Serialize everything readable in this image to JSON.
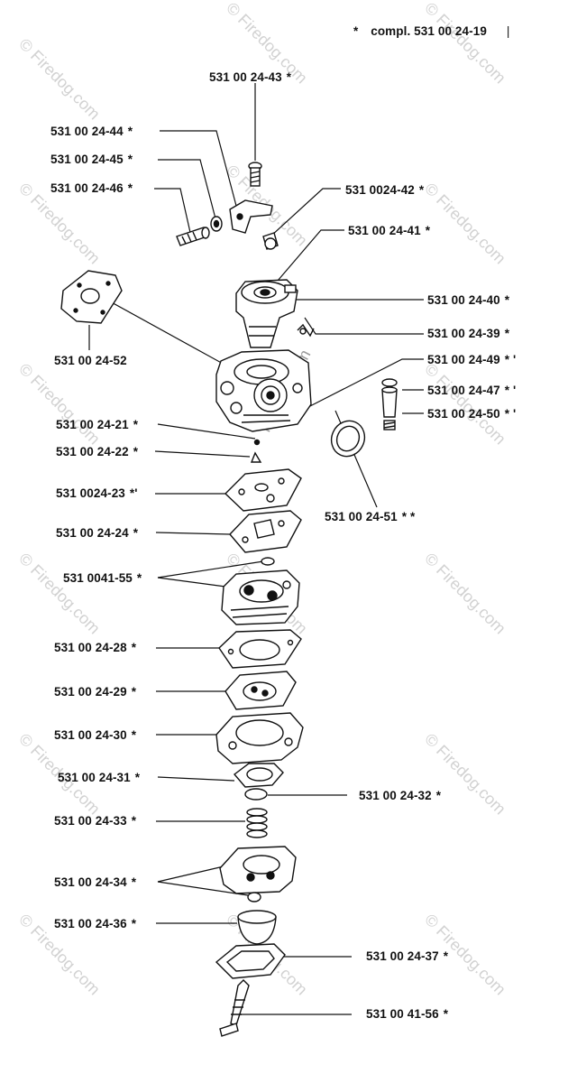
{
  "header": {
    "text": "compl.  531 00 24-19",
    "marker": "*",
    "bar": "|"
  },
  "watermark": {
    "text": "© Firedog.com",
    "inner": "Firedog.com"
  },
  "labels": {
    "p43": {
      "num": "531 00 24-43",
      "mark": "*"
    },
    "p44": {
      "num": "531 00 24-44",
      "mark": "*"
    },
    "p45": {
      "num": "531 00 24-45",
      "mark": "*"
    },
    "p46": {
      "num": "531 00 24-46",
      "mark": "*"
    },
    "p42": {
      "num": "531 0024-42",
      "mark": "*"
    },
    "p41": {
      "num": "531 00 24-41",
      "mark": "*"
    },
    "p40": {
      "num": "531 00 24-40",
      "mark": "*"
    },
    "p39": {
      "num": "531 00 24-39",
      "mark": "*"
    },
    "p52": {
      "num": "531 00 24-52",
      "mark": ""
    },
    "p49": {
      "num": "531 00 24-49",
      "mark": "* '"
    },
    "p47": {
      "num": "531 00 24-47",
      "mark": "* '"
    },
    "p50": {
      "num": "531 00 24-50",
      "mark": "* '"
    },
    "p21": {
      "num": "531 00 24-21",
      "mark": "*"
    },
    "p22": {
      "num": "531 00 24-22",
      "mark": "*"
    },
    "p23": {
      "num": "531 0024-23",
      "mark": "*'"
    },
    "p51": {
      "num": "531 00 24-51",
      "mark": "* *"
    },
    "p24": {
      "num": "531 00 24-24",
      "mark": "*"
    },
    "p55": {
      "num": "531 0041-55",
      "mark": "*"
    },
    "p28": {
      "num": "531 00 24-28",
      "mark": "*"
    },
    "p29": {
      "num": "531 00 24-29",
      "mark": "*"
    },
    "p30": {
      "num": "531 00 24-30",
      "mark": "*"
    },
    "p31": {
      "num": "531 00 24-31",
      "mark": "*"
    },
    "p32": {
      "num": "531 00 24-32",
      "mark": "*"
    },
    "p33": {
      "num": "531 00 24-33",
      "mark": "*"
    },
    "p34": {
      "num": "531 00 24-34",
      "mark": "*"
    },
    "p36": {
      "num": "531 00 24-36",
      "mark": "*"
    },
    "p37": {
      "num": "531 00 24-37",
      "mark": "*"
    },
    "p56": {
      "num": "531 00 41-56",
      "mark": "*"
    }
  }
}
